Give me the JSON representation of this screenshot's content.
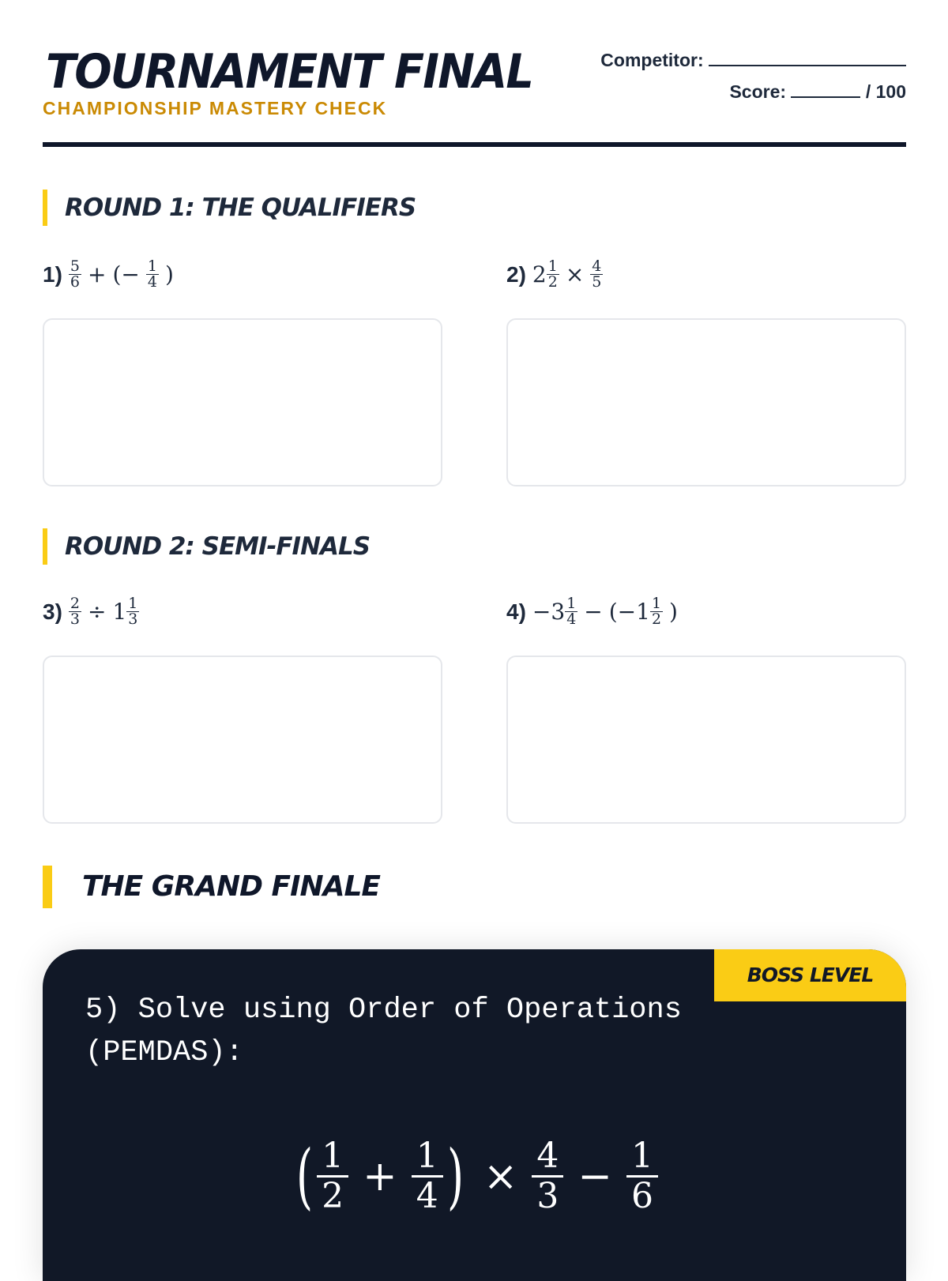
{
  "header": {
    "title": "TOURNAMENT FINAL",
    "subtitle": "CHAMPIONSHIP MASTERY CHECK",
    "competitor_label": "Competitor:",
    "score_label": "Score:",
    "score_total": "/ 100"
  },
  "round1": {
    "heading": "ROUND 1: THE QUALIFIERS",
    "p1": {
      "num": "1)",
      "a_n": "5",
      "a_d": "6",
      "op": "+",
      "open": "(−",
      "b_n": "1",
      "b_d": "4",
      "close": ")"
    },
    "p2": {
      "num": "2)",
      "whole": "2",
      "a_n": "1",
      "a_d": "2",
      "op": "×",
      "b_n": "4",
      "b_d": "5"
    }
  },
  "round2": {
    "heading": "ROUND 2: SEMI-FINALS",
    "p3": {
      "num": "3)",
      "a_n": "2",
      "a_d": "3",
      "op": "÷",
      "whole": "1",
      "b_n": "1",
      "b_d": "3"
    },
    "p4": {
      "num": "4)",
      "whole1": "−3",
      "a_n": "1",
      "a_d": "4",
      "op": "−",
      "open": "(−1",
      "b_n": "1",
      "b_d": "2",
      "close": ")"
    }
  },
  "finale": {
    "heading": "THE GRAND FINALE",
    "badge": "BOSS LEVEL",
    "prompt": "5) Solve using Order of Operations (PEMDAS):",
    "expr": {
      "open": "(",
      "a_n": "1",
      "a_d": "2",
      "op1": "+",
      "b_n": "1",
      "b_d": "4",
      "close": ")",
      "op2": "×",
      "c_n": "4",
      "c_d": "3",
      "op3": "−",
      "d_n": "1",
      "d_d": "6"
    }
  }
}
